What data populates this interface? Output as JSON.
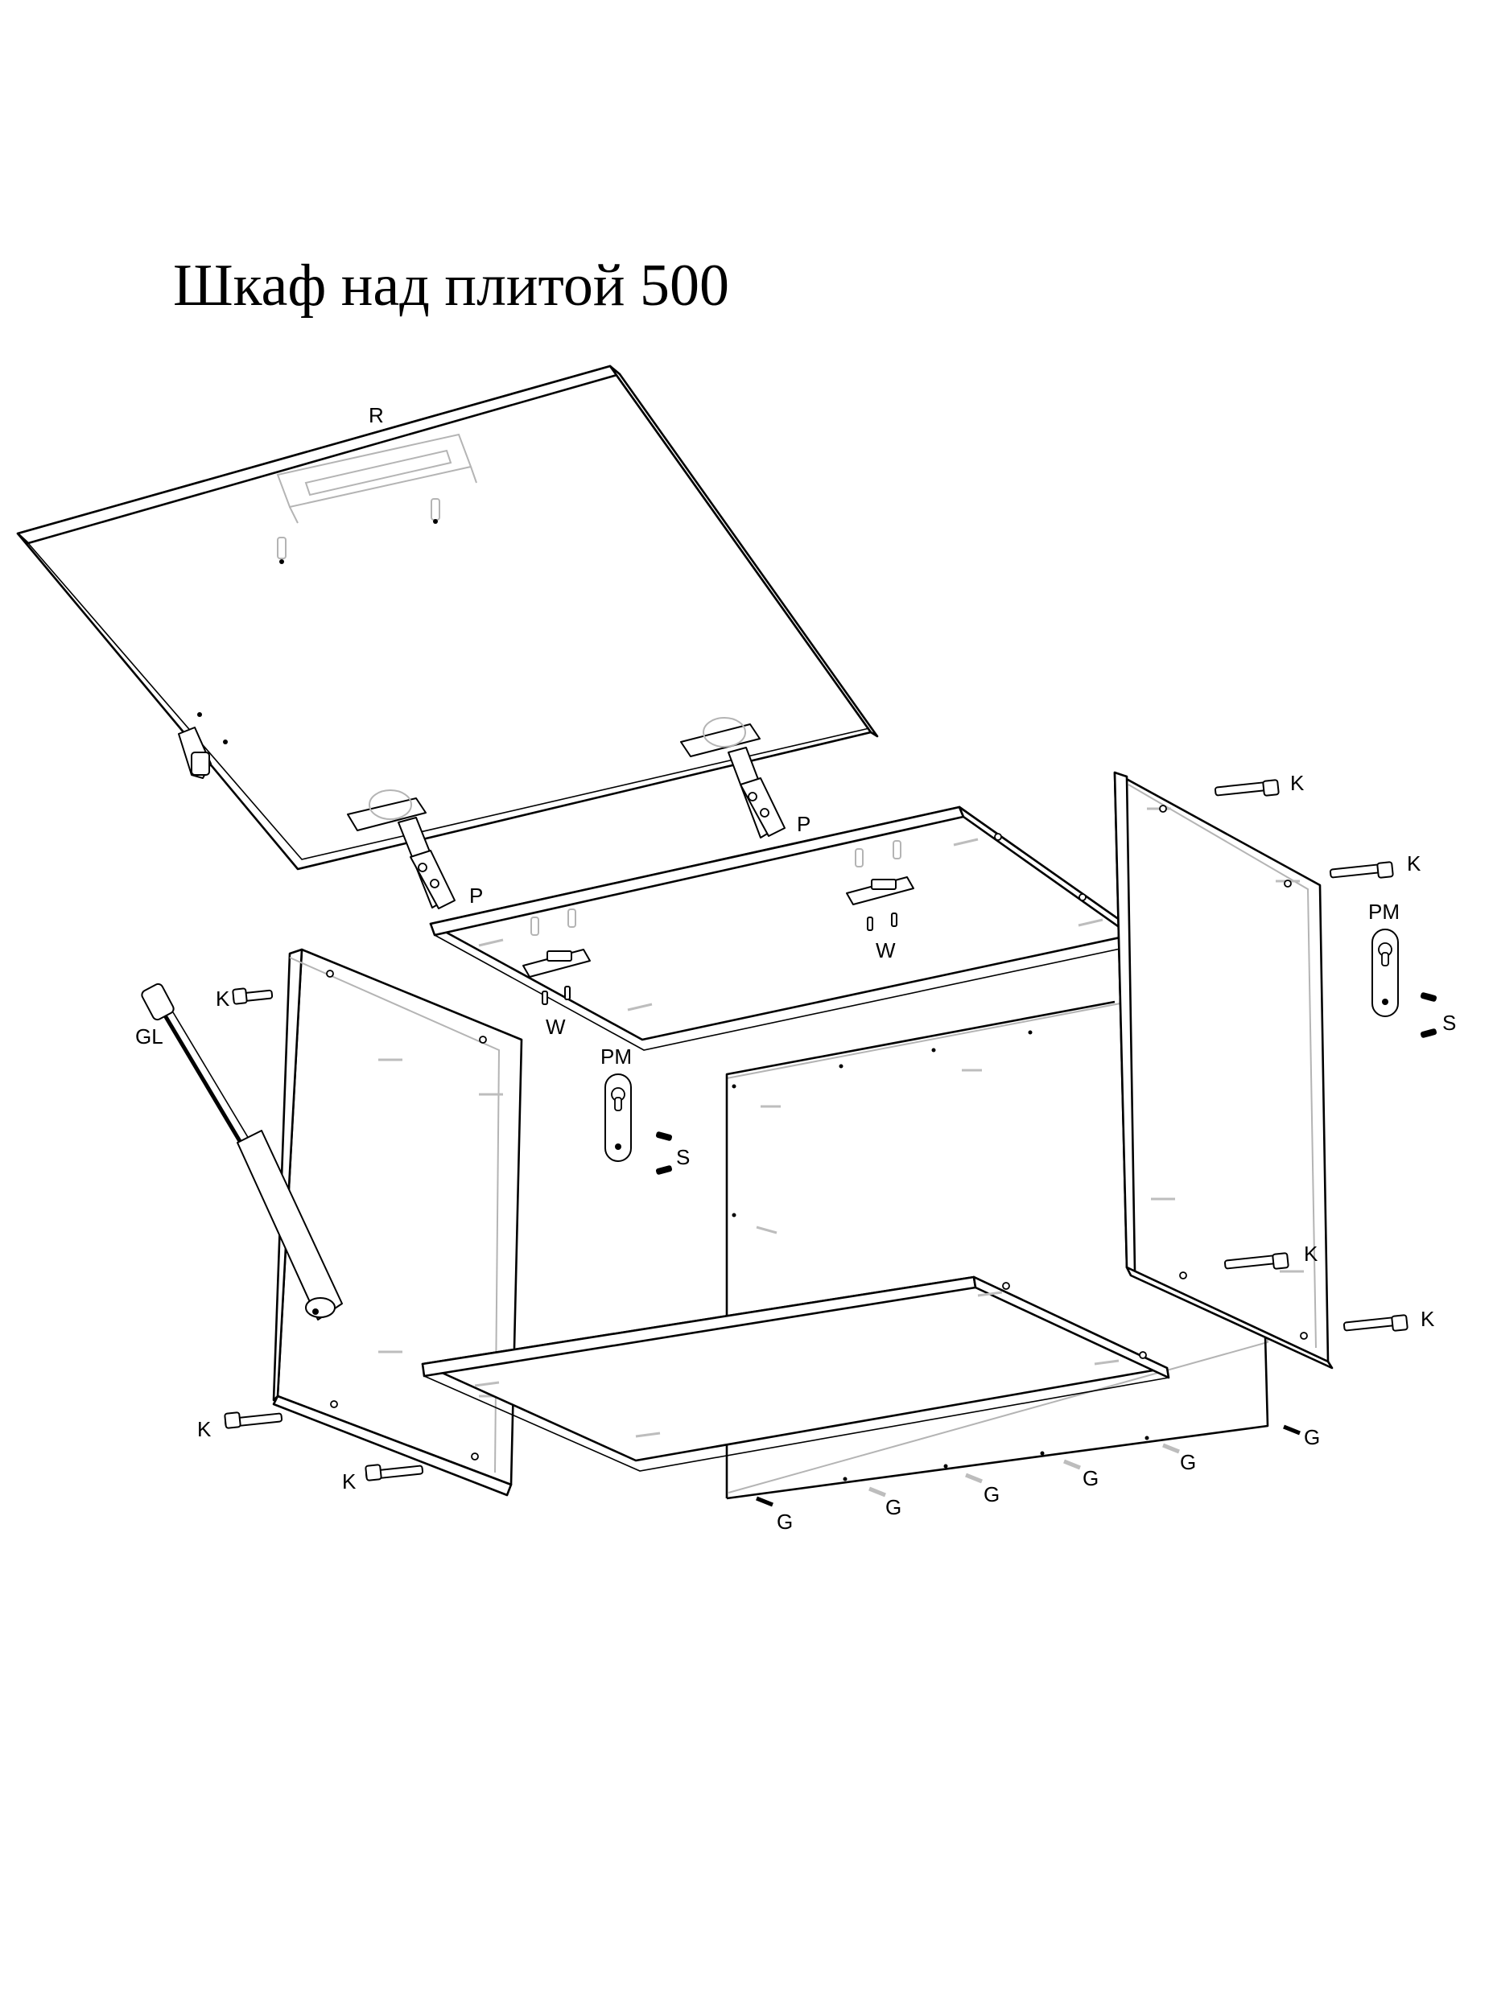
{
  "title": "Шкаф над плитой 500",
  "parts": {
    "lift_door": "R",
    "hinge": "P",
    "bracket": "W",
    "hanger": "PM",
    "screw": "S",
    "confirmat": "K",
    "gas_lift": "GL",
    "nail": "G"
  },
  "colors": {
    "line": "#000000",
    "ghost": "#b4b4b4",
    "background": "#ffffff"
  }
}
